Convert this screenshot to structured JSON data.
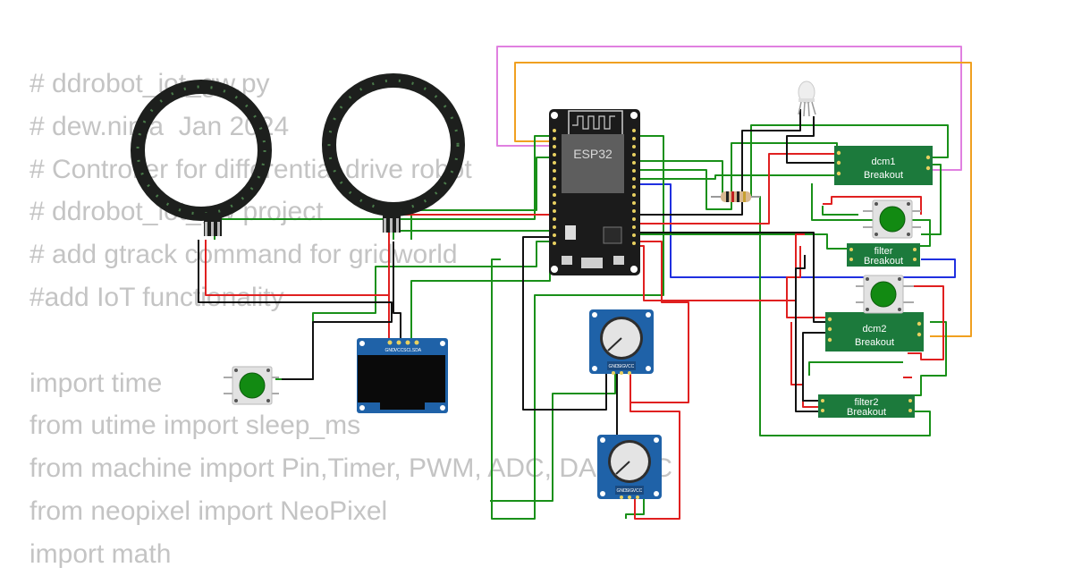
{
  "code_lines": [
    "# ddrobot_iot_gw.py",
    "# dew.ninja  Jan 2024",
    "# Controller for differential drive robot",
    "# ddrobot_iot_gw project",
    "# add gtrack command for gridworld",
    "#add IoT functionality",
    "",
    "import time",
    "from utime import sleep_ms",
    "from machine import Pin,Timer, PWM, ADC, DAC, I2C",
    "from neopixel import NeoPixel",
    "import math"
  ],
  "mcu": {
    "label": "ESP32"
  },
  "breakouts": [
    {
      "id": "dcm1",
      "title": "dcm1",
      "subtitle": "Breakout"
    },
    {
      "id": "filter",
      "title": "filter",
      "subtitle": "Breakout"
    },
    {
      "id": "dcm2",
      "title": "dcm2",
      "subtitle": "Breakout"
    },
    {
      "id": "filter2",
      "title": "filter2",
      "subtitle": "Breakout"
    }
  ],
  "oled": {
    "pin_labels": [
      "GND",
      "VCC",
      "SCL",
      "SDA"
    ]
  },
  "pots": [
    {
      "id": "pot1",
      "pin_labels": [
        "GND",
        "SIG",
        "VCC"
      ]
    },
    {
      "id": "pot2",
      "pin_labels": [
        "GND",
        "SIG",
        "VCC"
      ]
    }
  ],
  "colors": {
    "board_green": "#1c7a3c",
    "board_blue": "#1f62a8",
    "button_green": "#128a12",
    "mcu_black": "#1b1b1b",
    "wire_green": "#199019",
    "wire_red": "#e02020",
    "wire_black": "#111111",
    "wire_blue": "#2030e0",
    "wire_orange": "#f0a020",
    "wire_violet": "#e080e0"
  }
}
